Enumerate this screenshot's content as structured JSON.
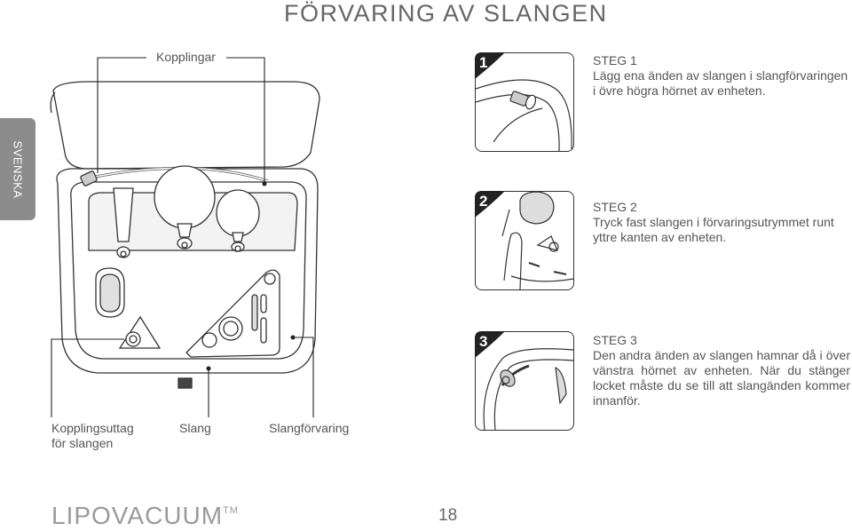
{
  "page": {
    "title": "FÖRVARING AV SLANGEN",
    "language_tab": "SVENSKA",
    "brand": "LIPOVACUUM",
    "brand_mark": "TM",
    "page_number": "18"
  },
  "callouts": {
    "kopplingar": "Kopplingar",
    "kopplingsuttag_line1": "Kopplingsuttag",
    "kopplingsuttag_line2": "för slangen",
    "slang": "Slang",
    "slangforvaring": "Slangförvaring"
  },
  "steps": [
    {
      "number": "1",
      "heading": "STEG 1",
      "text": "Lägg ena änden av slangen i slangförvaringen i övre högra hörnet av enheten."
    },
    {
      "number": "2",
      "heading": "STEG 2",
      "text": "Tryck fast slangen i förvaringsutrymmet runt yttre kanten av enheten."
    },
    {
      "number": "3",
      "heading": "STEG 3",
      "text": "Den andra änden av slangen hamnar då i över vänstra hörnet av enheten. När du stänger locket måste du se till att slangänden kommer innanför."
    }
  ]
}
